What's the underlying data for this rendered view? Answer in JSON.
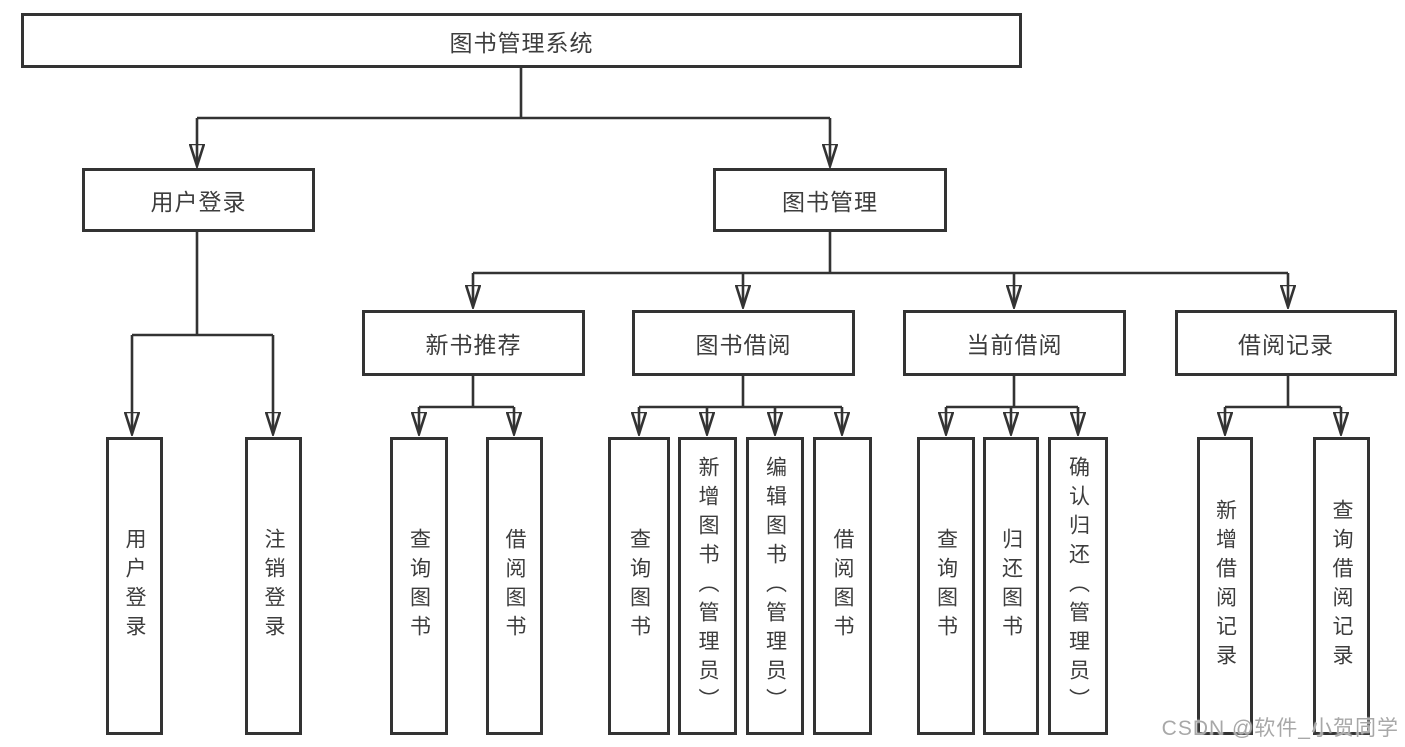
{
  "watermark": "CSDN @软件_小贺同学",
  "style": {
    "line_color": "#333333",
    "text_color": "#3d3d3d",
    "background": "#ffffff",
    "watermark_color": "#a8a8a8"
  },
  "tree": {
    "root": "图书管理系统",
    "user_login": {
      "label": "用户登录",
      "children": [
        "用户登录",
        "注销登录"
      ]
    },
    "book_management": {
      "label": "图书管理",
      "sections": [
        {
          "label": "新书推荐",
          "children": [
            "查询图书",
            "借阅图书"
          ]
        },
        {
          "label": "图书借阅",
          "children": [
            "查询图书",
            "新增图书（管理员）",
            "编辑图书（管理员）",
            "借阅图书"
          ]
        },
        {
          "label": "当前借阅",
          "children": [
            "查询图书",
            "归还图书",
            "确认归还（管理员）"
          ]
        },
        {
          "label": "借阅记录",
          "children": [
            "新增借阅记录",
            "查询借阅记录"
          ]
        }
      ]
    }
  }
}
